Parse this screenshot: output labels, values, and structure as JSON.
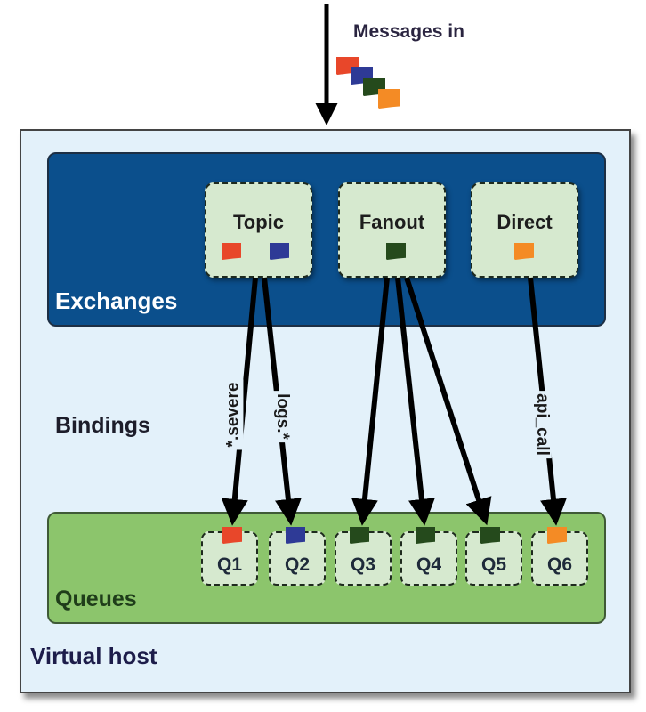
{
  "messages_in": {
    "label": "Messages in",
    "message_colors": [
      "#e8472a",
      "#2e3a96",
      "#254a1c",
      "#f48b25"
    ]
  },
  "virtual_host": {
    "label": "Virtual host"
  },
  "exchanges": {
    "label": "Exchanges",
    "items": [
      {
        "name": "Topic",
        "messages": [
          "#e8472a",
          "#2e3a96"
        ]
      },
      {
        "name": "Fanout",
        "messages": [
          "#254a1c"
        ]
      },
      {
        "name": "Direct",
        "messages": [
          "#f48b25"
        ]
      }
    ]
  },
  "bindings": {
    "label": "Bindings",
    "edges": [
      {
        "from": "Topic",
        "to": "Q1",
        "key": "*.severe"
      },
      {
        "from": "Topic",
        "to": "Q2",
        "key": "logs.*"
      },
      {
        "from": "Fanout",
        "to": "Q3",
        "key": ""
      },
      {
        "from": "Fanout",
        "to": "Q4",
        "key": ""
      },
      {
        "from": "Fanout",
        "to": "Q5",
        "key": ""
      },
      {
        "from": "Direct",
        "to": "Q6",
        "key": "api_call"
      }
    ]
  },
  "queues": {
    "label": "Queues",
    "items": [
      {
        "name": "Q1",
        "message": "#e8472a"
      },
      {
        "name": "Q2",
        "message": "#2e3a96"
      },
      {
        "name": "Q3",
        "message": "#254a1c"
      },
      {
        "name": "Q4",
        "message": "#254a1c"
      },
      {
        "name": "Q5",
        "message": "#254a1c"
      },
      {
        "name": "Q6",
        "message": "#f48b25"
      }
    ]
  },
  "colors": {
    "exchanges_panel": "#0b4f8c",
    "queues_panel": "#8cc56c",
    "virtual_host_bg": "#e3f1fa",
    "box_fill": "#d6e9cf"
  }
}
